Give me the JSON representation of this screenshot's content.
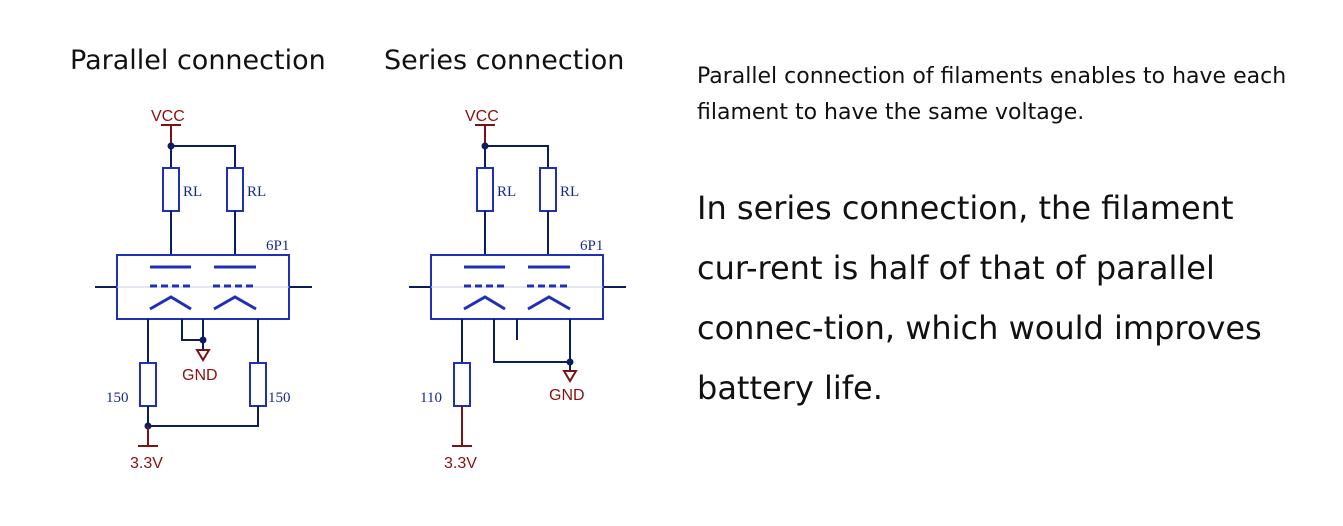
{
  "titles": {
    "parallel": "Parallel connection",
    "series": "Series connection"
  },
  "labels": {
    "vcc": "VCC",
    "rl": "RL",
    "tube": "6P1",
    "gnd": "GND",
    "v33": "3.3V",
    "r150": "150",
    "r110": "110"
  },
  "text": {
    "desc1": "Parallel connection of filaments enables to have each filament to have the same voltage.",
    "desc2": "In series connection, the filament cur-rent is half of that of parallel connec-tion, which would improves battery life."
  },
  "colors": {
    "wire": "#0d1c5a",
    "component": "#1f2fb8",
    "power": "#7a1414",
    "label": "#1a2790"
  }
}
